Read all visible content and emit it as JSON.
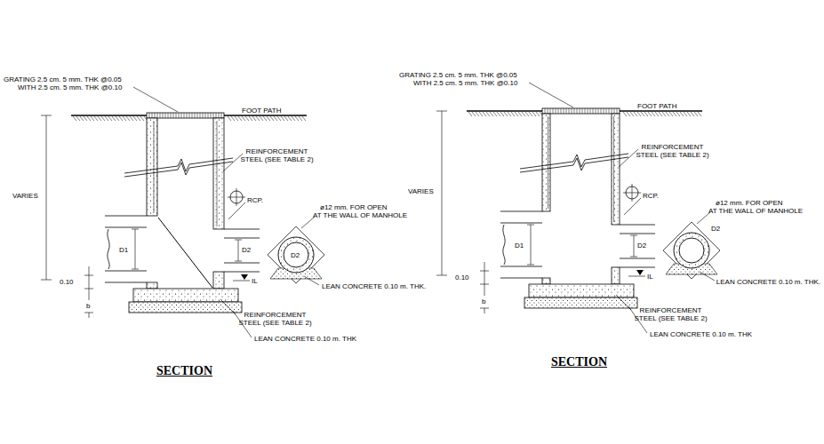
{
  "diagram": {
    "labels": [
      "GRATING 2.5 cm. 5 mm. THK @0.05",
      "WITH 2.5 cm. 5 mm. THK @0.10",
      "FOOT PATH",
      "VARIES",
      "REINFORCEMENT STEEL (SEE TABLE 2)",
      "RCP.",
      "ø12 mm. FOR OPEN",
      "AT THE WALL OF MANHOLE",
      "D1",
      "D2",
      "D2",
      "LEAN CONCRETE 0.10 m. THK.",
      "0.10",
      "b",
      "IL",
      "REINFORCEMENT STEEL (SEE TABLE 2)",
      "LEAN CONCRETE 0.10 m. THK",
      "SECTION",
      "GRATING 2.5 cm. 5 mm. THK @0.05",
      "WITH 2.5 cm. 5 mm. THK @0.10",
      "FOOT PATH",
      "VARIES",
      "REINFORCEMENT STEEL (SEE TABLE 2)",
      "RCP.",
      "ø12 mm. FOR OPEN",
      "AT THE WALL OF MANHOLE",
      "D1",
      "D2",
      "D2",
      "LEAN CONCRETE 0.10 m. THK.",
      "0.10",
      "b",
      "IL",
      "REINFORCEMENT STEEL (SEE TABLE 2)",
      "LEAN CONCRETE 0.10 m. THK",
      "SECTION"
    ]
  }
}
